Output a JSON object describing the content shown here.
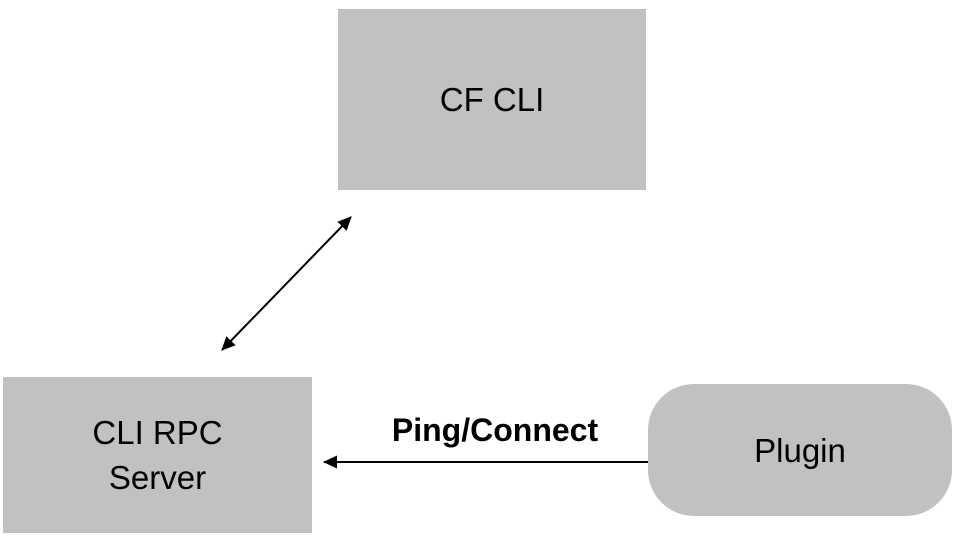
{
  "diagram": {
    "colors": {
      "background": "#ffffff",
      "node_fill": "#c1c1c1",
      "text": "#000000",
      "arrow": "#000000"
    },
    "nodes": {
      "cf_cli": {
        "label": "CF CLI",
        "shape": "rectangle"
      },
      "cli_rpc_server": {
        "label": "CLI RPC\nServer",
        "shape": "rectangle"
      },
      "plugin": {
        "label": "Plugin",
        "shape": "rounded-rectangle"
      }
    },
    "edges": {
      "cfcli_rpcserver": {
        "label": "",
        "type": "bidirectional-arrow"
      },
      "plugin_to_rpcserver": {
        "label": "Ping/Connect",
        "type": "arrow"
      }
    }
  }
}
